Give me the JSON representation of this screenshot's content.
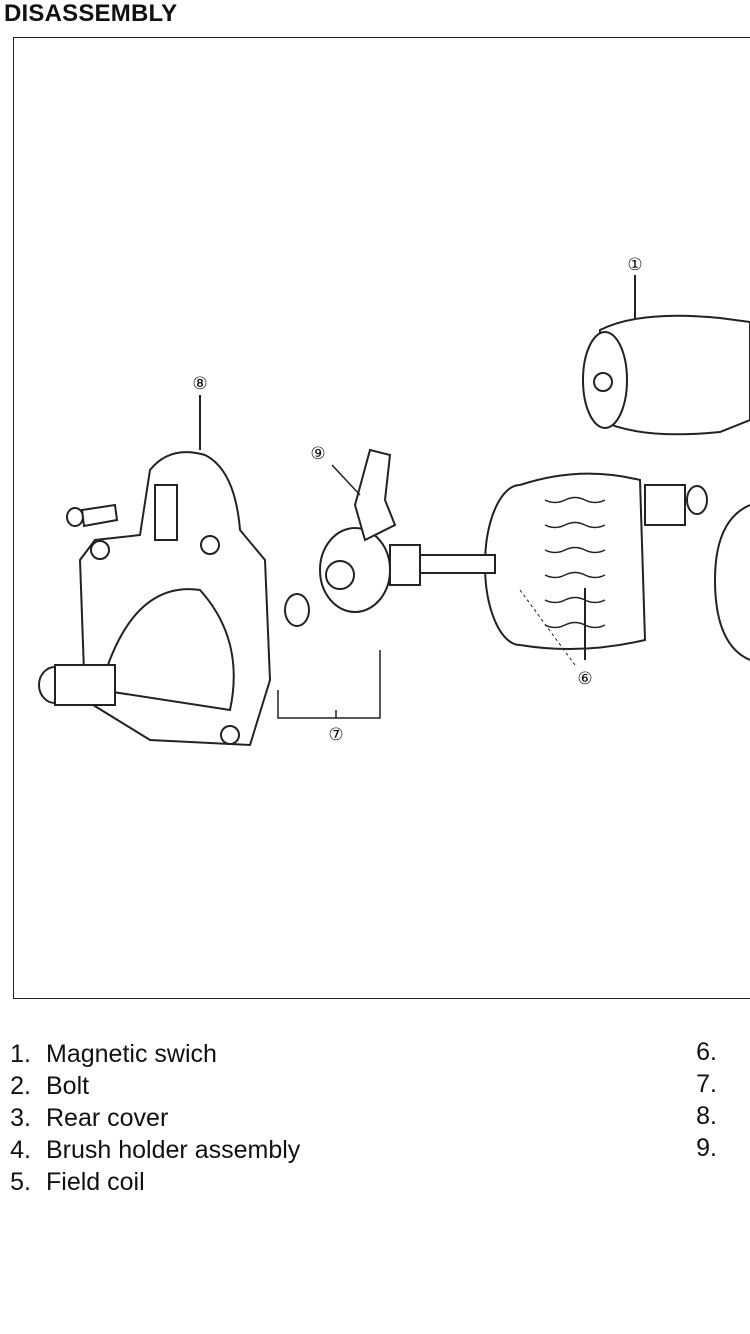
{
  "title": "DISASSEMBLY",
  "diagram": {
    "callouts": [
      {
        "id": "1",
        "label": "①"
      },
      {
        "id": "6",
        "label": "⑥"
      },
      {
        "id": "7",
        "label": "⑦"
      },
      {
        "id": "8",
        "label": "⑧"
      },
      {
        "id": "9",
        "label": "⑨"
      }
    ]
  },
  "legend_left": [
    {
      "num": "1.",
      "label": "Magnetic swich"
    },
    {
      "num": "2.",
      "label": "Bolt"
    },
    {
      "num": "3.",
      "label": "Rear cover"
    },
    {
      "num": "4.",
      "label": "Brush holder assembly"
    },
    {
      "num": "5.",
      "label": "Field coil"
    }
  ],
  "legend_right": [
    {
      "num": "6."
    },
    {
      "num": "7."
    },
    {
      "num": "8."
    },
    {
      "num": "9."
    }
  ]
}
